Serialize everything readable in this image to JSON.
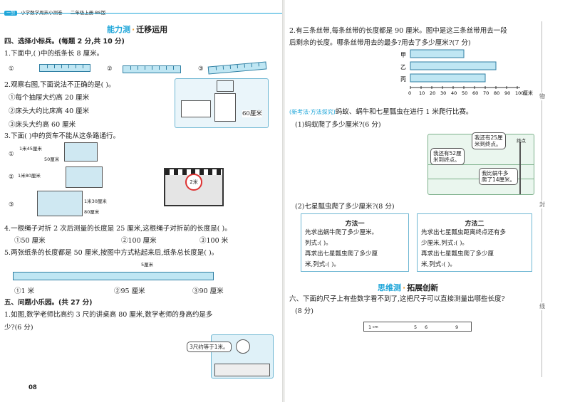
{
  "header": {
    "badge": "一加",
    "book": "小学数学周末小测卷",
    "grade": "二年级上册 BS版"
  },
  "colors": {
    "accent": "#1fa6d9",
    "dot": "#f0a23b",
    "ruler_fill": "#bfe6f3"
  },
  "left": {
    "section_title_a": "能力测",
    "section_title_b": "迁移运用",
    "part4": "四、选择小标兵。(每题 2 分,共 10 分)",
    "q1": "1.下面中,(    )中的纸条长 8 厘米。",
    "q1_opts": [
      "①",
      "②",
      "③"
    ],
    "q2": "2.观察右图,下面说法不正确的是(    )。",
    "q2_opts": [
      "①每个抽屉大约高 20 厘米",
      "②床头大约比床高 40 厘米",
      "③床头大约高 60 厘米"
    ],
    "q2_label": "60厘米",
    "q3": "3.下面(    )中的货车不能从这条路通行。",
    "q3_labels": [
      "1米45厘米",
      "50厘米",
      "1米80厘米",
      "1米30厘米",
      "80厘米"
    ],
    "q3_opts": [
      "①",
      "②",
      "③"
    ],
    "q3_sign": "2米",
    "q4": "4.一根绳子对折 2 次后测量的长度是 25 厘米,这根绳子对折前的长度是(    )。",
    "q4_opts": [
      "①50 厘米",
      "②100 厘米",
      "③100 米"
    ],
    "q5": "5.两张纸条的长度都是 50 厘米,按图中方式粘起来后,纸条总长度是(    )。",
    "q5_label": "5厘米",
    "q5_opts": [
      "①1 米",
      "②95 厘米",
      "③90 厘米"
    ],
    "part5": "五、问题小乐园。(共 27 分)",
    "p5q1_a": "1.如图,数学老师比高约 3 尺的讲桌高 80 厘米,数学老师的身高约是多",
    "p5q1_b": "少?(6 分)",
    "p5q1_bubble": "3尺约等于1米。",
    "page_number": "08"
  },
  "right": {
    "q2_a": "2.有三条丝带,每条丝带的长度都是 90 厘米。图中是这三条丝带用去一段",
    "q2_b": "后剩余的长度。哪条丝带用去的最多?用去了多少厘米?(7 分)",
    "ribbons": [
      {
        "name": "甲",
        "remaining_cm": 50
      },
      {
        "name": "乙",
        "remaining_cm": 80
      },
      {
        "name": "丙",
        "remaining_cm": 70
      }
    ],
    "axis_ticks": [
      "0",
      "10",
      "20",
      "30",
      "40",
      "50",
      "60",
      "70",
      "80",
      "90",
      "100"
    ],
    "axis_unit": "厘米",
    "q3_tag": "(新考法·方法探究)",
    "q3_a": "蚂蚁、蜗牛和七星瓢虫在进行 1 米爬行比赛。",
    "q3_sub1": "(1)蚂蚁爬了多少厘米?(6 分)",
    "bubbles": [
      "我还有25厘",
      "米到终点。",
      "我还有52厘",
      "米到终点。",
      "我比蜗牛多",
      "爬了14厘米。"
    ],
    "finish": "终点",
    "q3_sub2": "(2)七星瓢虫爬了多少厘米?(8 分)",
    "method1_title": "方法一",
    "method1_lines": [
      "先求出蜗牛爬了多少厘米。",
      "列式:(                )。",
      "再求出七星瓢虫爬了多少厘",
      "米,列式:(             )。"
    ],
    "method2_title": "方法二",
    "method2_lines": [
      "先求出七星瓢虫距离终点还有多",
      "少厘米,列式:(           )。",
      "再求出七星瓢虫爬了多少厘",
      "米,列式:(             )。"
    ],
    "section2_a": "思维测",
    "section2_b": "拓展创新",
    "part6_a": "六、下面的尺子上有些数字看不到了,这把尺子可以直接测量出哪些长度?",
    "part6_b": "(8 分)",
    "ruler_labels": [
      "1",
      "cm",
      "5",
      "6",
      "9"
    ]
  },
  "sidebar": {
    "chars": [
      "物",
      "封",
      "线"
    ]
  }
}
